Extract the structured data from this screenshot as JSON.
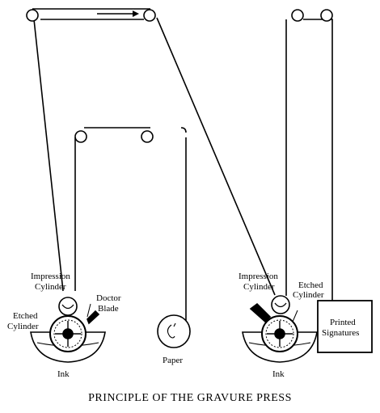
{
  "diagram": {
    "title": "PRINCIPLE OF THE GRAVURE PRESS",
    "labels": {
      "impression_cylinder_left_line1": "Impression",
      "impression_cylinder_left_line2": "Cylinder",
      "doctor_blade_line1": "Doctor",
      "doctor_blade_line2": "Blade",
      "etched_cylinder_left_line1": "Etched",
      "etched_cylinder_left_line2": "Cylinder",
      "ink_left": "Ink",
      "paper": "Paper",
      "impression_cylinder_right_line1": "Impression",
      "impression_cylinder_right_line2": "Cylinder",
      "etched_cylinder_right_line1": "Etched",
      "etched_cylinder_right_line2": "Cylinder",
      "ink_right": "Ink",
      "printed_signatures_line1": "Printed",
      "printed_signatures_line2": "Signatures"
    },
    "colors": {
      "stroke": "#000000",
      "background": "#ffffff"
    }
  }
}
